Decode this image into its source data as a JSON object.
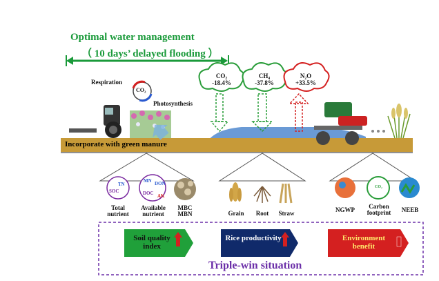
{
  "management": {
    "title": "Optimal water management",
    "subtitle": "（ 10 days’ delayed flooding ）"
  },
  "process": {
    "respiration": "Respiration",
    "co2_symbol": "CO₂",
    "photosynthesis": "Photosynthesis"
  },
  "gases": [
    {
      "name": "CO₂",
      "change": "-18.4%",
      "color": "#2a9d3a"
    },
    {
      "name": "CH₄",
      "change": "-37.8%",
      "color": "#2a9d3a"
    },
    {
      "name": "N₂O",
      "change": "+33.5%",
      "color": "#d42020"
    }
  ],
  "ground_label": "Incorporate with green manure",
  "soil": {
    "circle1": [
      "TN",
      "SOC"
    ],
    "circle2": [
      "MN",
      "DON",
      "DOC",
      "AK"
    ],
    "labels": [
      "Total nutrient",
      "Available nutrient",
      "MBC MBN"
    ]
  },
  "rice": {
    "labels": [
      "Grain",
      "Root",
      "Straw"
    ]
  },
  "environment": {
    "labels": [
      "NGWP",
      "Carbon footprint",
      "NEEB"
    ],
    "co2_text": "CO₂"
  },
  "outcomes": [
    {
      "label": "Soil quality index",
      "bg": "#20a03a",
      "text_color": "#111"
    },
    {
      "label": "Rice productivity",
      "bg": "#102a6a",
      "text_color": "#fff"
    },
    {
      "label": "Environment benefit",
      "bg": "#d42020",
      "text_color": "#ffe66a"
    }
  ],
  "triple_win": "Triple-win situation",
  "colors": {
    "green": "#1a9a3a",
    "water": "#5a8fd0",
    "soil": "#c79a38",
    "dash_purple": "#6b2fa8"
  }
}
